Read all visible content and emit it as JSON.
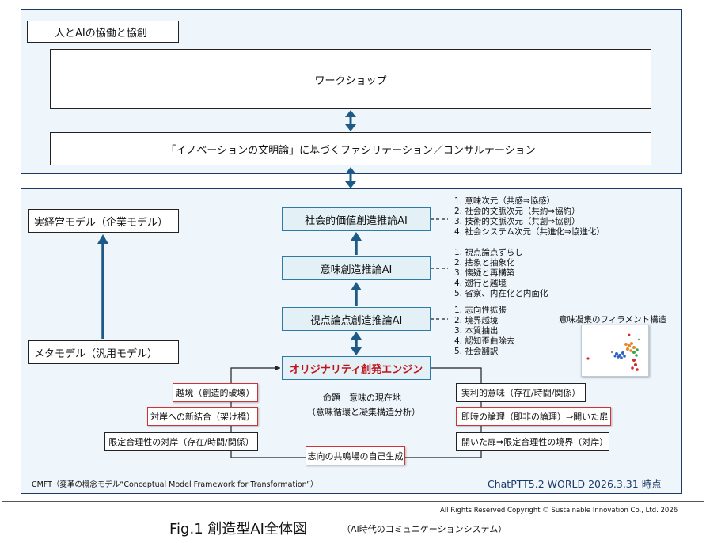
{
  "top_panel": {
    "label": "人とAIの協働と協創",
    "workshop": "ワークショップ",
    "facilitation": "「イノベーションの文明論」に基づくファシリテーション／コンサルテーション"
  },
  "left": {
    "real_model": "実経営モデル（企業モデル）",
    "meta_model": "メタモデル（汎用モデル）"
  },
  "ai_layers": [
    {
      "label": "社会的価値創造推論AI",
      "items": [
        "1. 意味次元（共感⇒協感）",
        "2. 社会的文脈次元（共約⇒協約）",
        "3. 技術的文脈次元（共創⇒協創）",
        "4. 社会システム次元（共進化⇒協進化）"
      ]
    },
    {
      "label": "意味創造推論AI",
      "items": [
        "1. 視点論点ずらし",
        "2. 捨象と抽象化",
        "3. 懐疑と再構築",
        "4. 遡行と越境",
        "5. 省察、内在化と内面化"
      ]
    },
    {
      "label": "視点論点創造推論AI",
      "items": [
        "1. 志向性拡張",
        "2. 境界越境",
        "3. 本質抽出",
        "4. 認知歪曲除去",
        "5. 社会翻訳"
      ]
    }
  ],
  "engine": {
    "label": "オリジナリティ創発エンジン",
    "caption_line1": "命題　意味の現在地",
    "caption_line2": "（意味循環と凝集構造分析）"
  },
  "filament": {
    "label": "意味凝集のフィラメント構造"
  },
  "loop_left": [
    "越境（創造的破壊）",
    "対岸への新結合（架け橋）",
    "限定合理性の対岸（存在/時間/関係）"
  ],
  "loop_right": [
    "実利的意味（存在/時間/関係）",
    "即時の論理（即非の論理）⇒開いた扉",
    "開いた扉⇒限定合理性の境界（対岸）"
  ],
  "loop_bottom": "志向の共鳴場の自己生成",
  "footer": {
    "cmft": "CMFT（変革の概念モデル“Conceptual Model Framework for Transformation”）",
    "world": "ChatPTT5.2 WORLD 2026.3.31 時点",
    "copyright": "All Rights Reserved Copyright © Sustainable Innovation Co., Ltd. 2026",
    "figure_title": "Fig.1 創造型AI全体図",
    "figure_subtitle": "（AI時代のコミュニケーションシステム）"
  },
  "colors": {
    "navy": "#1d3a66",
    "arrow_blue": "#1e5a86",
    "engine_red": "#c0141c",
    "box_red": "#cf3434",
    "ai_fill": "#e3f1f7",
    "panel_fill": "#eef5fb"
  }
}
